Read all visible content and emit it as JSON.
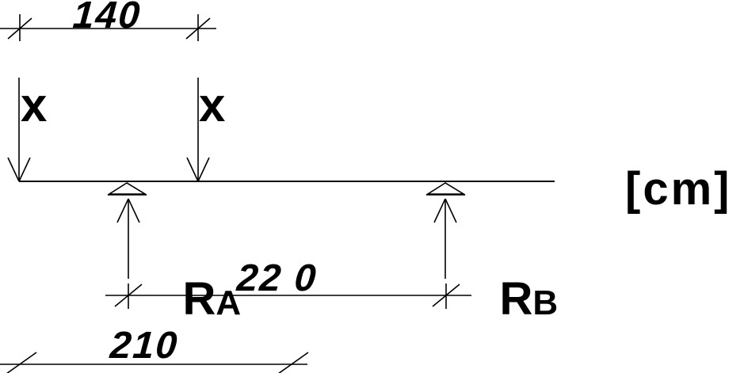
{
  "diagram": {
    "unit_label": "[cm]",
    "forces": {
      "left_label": "x",
      "right_label": "x"
    },
    "reactions": {
      "a_symbol": "R",
      "a_subscript": "A",
      "b_symbol": "R",
      "b_subscript": "B"
    },
    "dimensions": {
      "top": {
        "label": "140",
        "value_cm": 140
      },
      "middle": {
        "label": "22 0",
        "value_cm": 220
      },
      "bottom": {
        "label": "210",
        "value_cm": 210
      }
    },
    "colors": {
      "ink": "#000000",
      "background": "#ffffff"
    }
  }
}
